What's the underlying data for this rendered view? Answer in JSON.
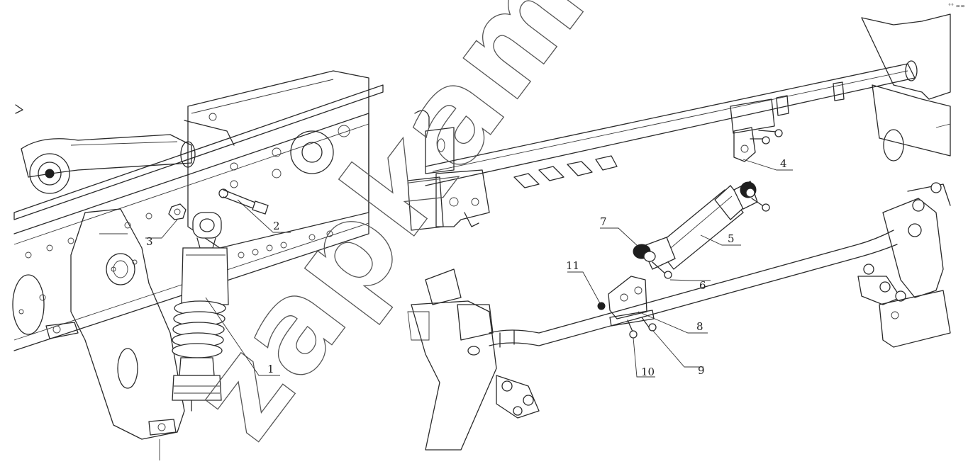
{
  "diagram": {
    "watermark": "zapkam.ru",
    "corner_mark": "°° ∞∞",
    "callouts": [
      {
        "id": "1",
        "label": "1"
      },
      {
        "id": "2",
        "label": "2"
      },
      {
        "id": "3",
        "label": "3"
      },
      {
        "id": "4",
        "label": "4"
      },
      {
        "id": "5",
        "label": "5"
      },
      {
        "id": "6",
        "label": "6"
      },
      {
        "id": "7",
        "label": "7"
      },
      {
        "id": "8",
        "label": "8"
      },
      {
        "id": "9",
        "label": "9"
      },
      {
        "id": "10",
        "label": "10"
      },
      {
        "id": "11",
        "label": "11"
      }
    ]
  }
}
